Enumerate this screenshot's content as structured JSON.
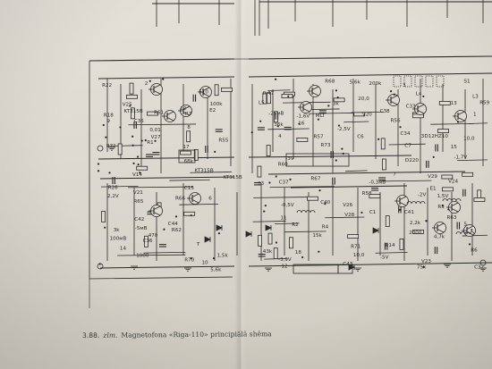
{
  "caption": {
    "number": "3.88.",
    "abbrev": "zīm.",
    "text": "Magnetofona «Riga-110» principiālā shēma"
  },
  "colors": {
    "paper": "#dedad1",
    "ink": "#2a2a2a",
    "ink_light": "#555555"
  },
  "labels": [
    "R14",
    "5,6k",
    "R18",
    "5,6k",
    "R22",
    "C15",
    "3k",
    "KT315B",
    "V14",
    "R26",
    "C1",
    "10,0",
    "R3",
    "200k",
    "R1",
    "R2",
    "R4",
    "R6",
    "R7",
    "C6",
    "C7",
    "1,5k",
    "S1",
    "R55",
    "75k",
    "R56",
    "15k",
    "R57",
    "2,2k",
    "R58",
    "3k",
    "R59",
    "R60",
    "R61",
    "V20",
    "KT315B",
    "V21",
    "KT315B",
    "V23",
    "V24",
    "V25",
    "V26",
    "R62",
    "R63",
    "R65",
    "C32",
    "510",
    "C34",
    "10,0",
    "C35",
    "C33",
    "C36",
    "2000",
    "C37",
    "20,0",
    "C38",
    "470",
    "R66",
    "43k",
    "R67",
    "100k",
    "R68",
    "R70",
    "R71",
    "L2",
    "L3",
    "L4",
    "L5",
    "C40",
    "C41",
    "C42",
    "C43",
    "C44",
    "R72",
    "R73",
    "E1",
    "E2",
    "V27",
    "V28",
    "V29",
    "D220",
    "MLT",
    "3D12HZ10",
    "-0,3мВ",
    "-5мВ",
    "-1,7V",
    "-2,5V",
    "-25мВ",
    "-3V",
    "-3,9V",
    "-5V",
    "100мВ",
    "1",
    "2",
    "3",
    "4",
    "5",
    "6",
    "7",
    "8",
    "9",
    "10",
    "11",
    "12",
    "13",
    "14",
    "15",
    "16",
    "17",
    "18",
    "23",
    "-0,5V",
    "-1,6V",
    "-2V",
    "2,2V",
    "0,01",
    "0,47",
    "1000",
    "4,7k",
    "36k",
    "68k",
    "1,5V",
    "T"
  ]
}
